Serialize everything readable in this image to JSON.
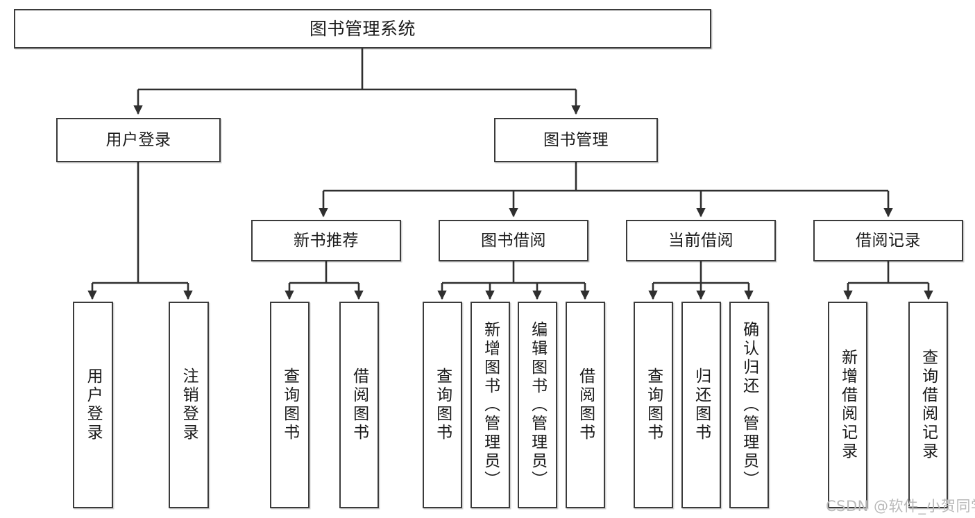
{
  "diagram": {
    "title": "图书管理系统",
    "type": "tree-hierarchy-diagram",
    "watermark": "CSDN @软件_小贺同学",
    "colors": {
      "border": "#3b3b3b",
      "background": "#ffffff",
      "text": "#1a1a1a",
      "connector": "#2f2f2f",
      "watermark": "#b9b9b9"
    },
    "levels": {
      "root": {
        "label": "图书管理系统"
      },
      "level2": [
        {
          "id": "user-login",
          "label": "用户登录"
        },
        {
          "id": "book-management",
          "label": "图书管理"
        }
      ],
      "level3": [
        {
          "id": "new-book-recommend",
          "label": "新书推荐",
          "parent": "book-management"
        },
        {
          "id": "book-borrow",
          "label": "图书借阅",
          "parent": "book-management"
        },
        {
          "id": "current-borrow",
          "label": "当前借阅",
          "parent": "book-management"
        },
        {
          "id": "borrow-record",
          "label": "借阅记录",
          "parent": "book-management"
        }
      ],
      "leaves": [
        {
          "id": "leaf-user-login",
          "label": "用户登录",
          "parent": "user-login"
        },
        {
          "id": "leaf-logout-login",
          "label": "注销登录",
          "parent": "user-login"
        },
        {
          "id": "leaf-query-book-1",
          "label": "查询图书",
          "parent": "new-book-recommend"
        },
        {
          "id": "leaf-borrow-book-1",
          "label": "借阅图书",
          "parent": "new-book-recommend"
        },
        {
          "id": "leaf-query-book-2",
          "label": "查询图书",
          "parent": "book-borrow"
        },
        {
          "id": "leaf-add-book-admin",
          "label": "新增图书（管理员）",
          "parent": "book-borrow"
        },
        {
          "id": "leaf-edit-book-admin",
          "label": "编辑图书（管理员）",
          "parent": "book-borrow"
        },
        {
          "id": "leaf-borrow-book-2",
          "label": "借阅图书",
          "parent": "book-borrow"
        },
        {
          "id": "leaf-query-book-3",
          "label": "查询图书",
          "parent": "current-borrow"
        },
        {
          "id": "leaf-return-book",
          "label": "归还图书",
          "parent": "current-borrow"
        },
        {
          "id": "leaf-confirm-return",
          "label": "确认归还（管理员）",
          "parent": "current-borrow"
        },
        {
          "id": "leaf-add-borrow-record",
          "label": "新增借阅记录",
          "parent": "borrow-record"
        },
        {
          "id": "leaf-query-borrow-record",
          "label": "查询借阅记录",
          "parent": "borrow-record"
        }
      ]
    }
  }
}
